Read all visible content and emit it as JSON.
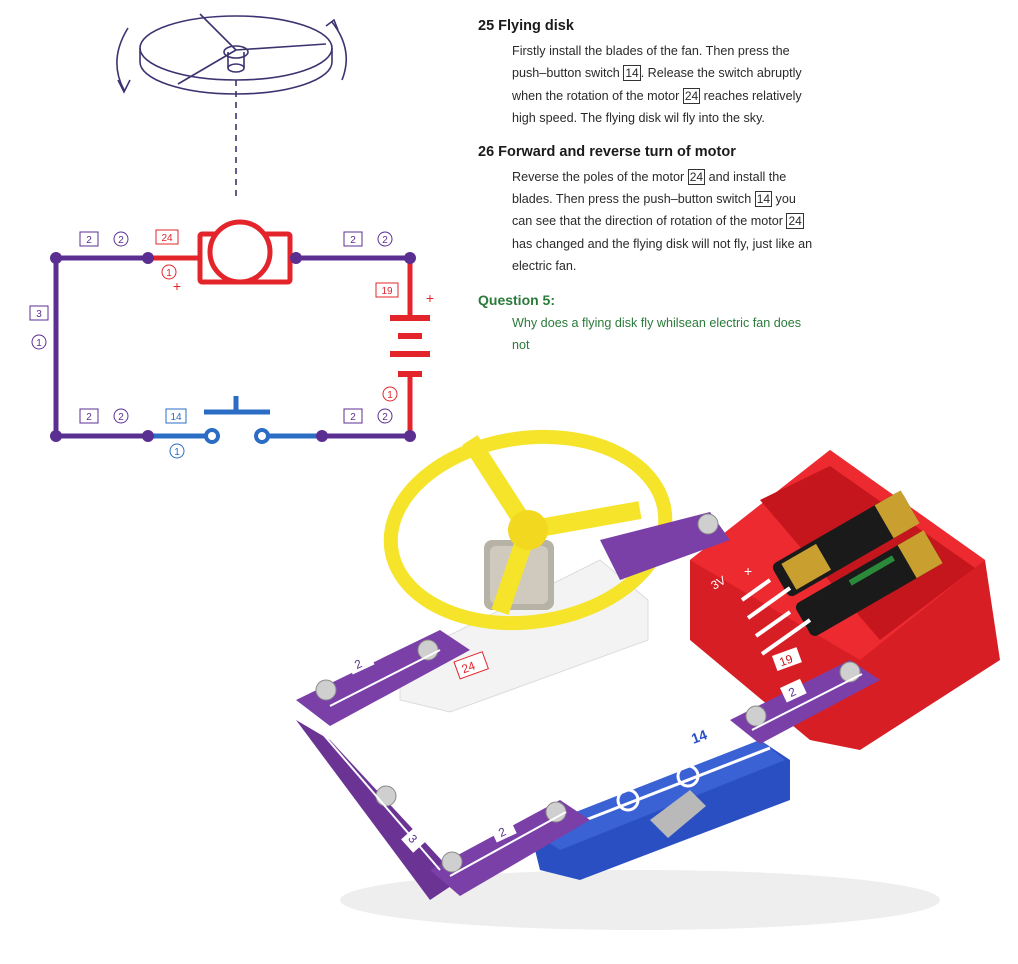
{
  "sections": [
    {
      "title": "25 Flying disk",
      "body_parts": [
        "Firstly install the blades of the fan. Then press the push–button switch ",
        "14",
        ". Release the switch abruptly when the rotation of the motor ",
        "24",
        " reaches relatively high speed. The flying disk wil fly into the sky."
      ]
    },
    {
      "title": "26 Forward and reverse turn of motor",
      "body_parts": [
        "Reverse the poles of the motor ",
        "24",
        " and install the blades. Then press the push–button switch ",
        "14",
        " you can see that the direction of rotation of the motor ",
        "24",
        " has changed and the flying disk will not fly, just like an electric fan."
      ]
    }
  ],
  "question": {
    "title": "Question 5:",
    "body": "Why does a flying disk fly whilsean electric fan does not"
  },
  "schematic": {
    "labels": {
      "top_left_num": "2",
      "top_left_circ": "2",
      "motor_num": "24",
      "motor_circ": "1",
      "motor_plus": "+",
      "top_right_num": "2",
      "top_right_circ": "2",
      "left_num": "3",
      "left_circ": "1",
      "battery_num": "19",
      "battery_plus": "+",
      "battery_circ": "1",
      "bottom_left_num": "2",
      "bottom_left_circ": "2",
      "switch_num": "14",
      "switch_circ": "1",
      "bottom_right_num": "2",
      "bottom_right_circ": "2"
    },
    "colors": {
      "purple": "#5b2e91",
      "red": "#e3242b",
      "blue": "#2b6cc4"
    }
  },
  "photo": {
    "labels": {
      "motor_base": "24",
      "left_top_link": "2",
      "left_side_link": "3",
      "bottom_link": "2",
      "right_link": "2",
      "switch": "14",
      "battery": "19",
      "battery_voltage": "3V",
      "battery_plus": "+"
    },
    "colors": {
      "fan": "#f5e42a",
      "link": "#7b3fa8",
      "battery_holder": "#e8232a",
      "switch_base": "#2a4fc2"
    }
  }
}
